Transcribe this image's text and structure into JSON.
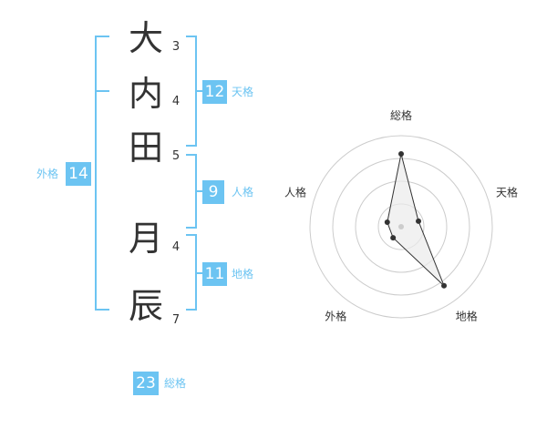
{
  "name": {
    "characters": [
      {
        "char": "大",
        "strokes": "3"
      },
      {
        "char": "内",
        "strokes": "4"
      },
      {
        "char": "田",
        "strokes": "5"
      },
      {
        "char": "月",
        "strokes": "4"
      },
      {
        "char": "辰",
        "strokes": "7"
      }
    ]
  },
  "fortune": {
    "tenkaku": {
      "value": "12",
      "label": "天格"
    },
    "jinkaku": {
      "value": "9",
      "label": "人格"
    },
    "chikaku": {
      "value": "11",
      "label": "地格"
    },
    "gaikaku": {
      "value": "14",
      "label": "外格"
    },
    "soukaku": {
      "value": "23",
      "label": "総格"
    }
  },
  "colors": {
    "accent": "#6cc4f2",
    "text": "#333333",
    "grid": "#cccccc",
    "area_fill": "#ebebeb",
    "center_dot": "#cccccc"
  },
  "chart_data": {
    "type": "radar",
    "axes": [
      "総格",
      "天格",
      "地格",
      "外格",
      "人格"
    ],
    "values": [
      4,
      1,
      4,
      0.75,
      0.8
    ],
    "range": [
      0,
      5
    ],
    "rings": 4
  }
}
